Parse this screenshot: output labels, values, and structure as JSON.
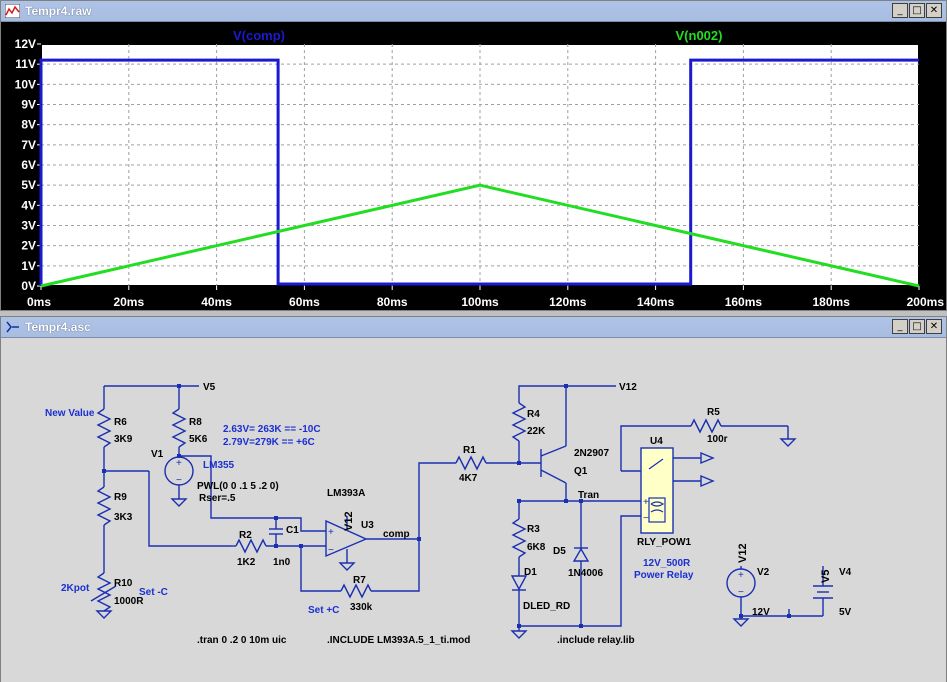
{
  "waveform_window": {
    "title": "Tempr4.raw",
    "trace_labels": {
      "comp": "V(comp)",
      "n002": "V(n002)"
    },
    "y_ticks": [
      "12V",
      "11V",
      "10V",
      "9V",
      "8V",
      "7V",
      "6V",
      "5V",
      "4V",
      "3V",
      "2V",
      "1V",
      "0V"
    ],
    "x_ticks": [
      "0ms",
      "20ms",
      "40ms",
      "60ms",
      "80ms",
      "100ms",
      "120ms",
      "140ms",
      "160ms",
      "180ms",
      "200ms"
    ],
    "colors": {
      "comp": "#1a1ad0",
      "n002": "#22dd22",
      "grid": "#a0a0a0",
      "axis_text": "#ffffff"
    }
  },
  "chart_data": {
    "type": "line",
    "xlabel": "",
    "ylabel": "",
    "x_unit": "ms",
    "y_unit": "V",
    "xlim": [
      0,
      200
    ],
    "ylim": [
      0,
      12
    ],
    "grid": true,
    "series": [
      {
        "name": "V(comp)",
        "color": "#1a1ad0",
        "x": [
          0,
          0,
          54,
          54,
          148,
          148,
          200
        ],
        "y": [
          0,
          11.2,
          11.2,
          0.1,
          0.1,
          11.2,
          11.2
        ]
      },
      {
        "name": "V(n002)",
        "color": "#22dd22",
        "x": [
          0,
          100,
          200
        ],
        "y": [
          0,
          5,
          0
        ]
      }
    ]
  },
  "schematic_window": {
    "title": "Tempr4.asc",
    "labels": {
      "v5_net": "V5",
      "v12_net": "V12",
      "new_value": "New Value",
      "r6": "R6",
      "r6_val": "3K9",
      "r8": "R8",
      "r8_val": "5K6",
      "note1": "2.63V= 263K == -10C",
      "note2": "2.79V=279K == +6C",
      "v1": "V1",
      "lm355": "LM355",
      "pwl": "PWL(0 0 .1 5 .2 0)",
      "rser": "Rser=.5",
      "r9": "R9",
      "r9_val": "3K3",
      "lm393a": "LM393A",
      "v12_u3": "V12",
      "u3": "U3",
      "c1": "C1",
      "c1_val": "1n0",
      "r2": "R2",
      "r2_val": "1K2",
      "comp": "comp",
      "r1": "R1",
      "r1_val": "4K7",
      "r4": "R4",
      "r4_val": "22K",
      "q1_model": "2N2907",
      "q1": "Q1",
      "tran": "Tran",
      "r3": "R3",
      "r3_val": "6K8",
      "d5": "D5",
      "d5_model": "1N4006",
      "d1": "D1",
      "d1_model": "DLED_RD",
      "r5": "R5",
      "r5_val": "100r",
      "u4": "U4",
      "relay": "RLY_POW1",
      "relay_note1": "12V_500R",
      "relay_note2": "Power Relay",
      "v2_net": "V12",
      "v2": "V2",
      "v4_net": "V5",
      "v4": "V4",
      "v2_val": "12V",
      "v4_val": "5V",
      "twok": "2Kpot",
      "r10": "R10",
      "r10_val": "1000R",
      "set_minus": "Set -C",
      "set_plus": "Set +C",
      "r7": "R7",
      "r7_val": "330k",
      "tran_cmd": ".tran 0 .2 0 10m uic",
      "include1": ".INCLUDE LM393A.5_1_ti.mod",
      "include2": ".include relay.lib"
    }
  }
}
